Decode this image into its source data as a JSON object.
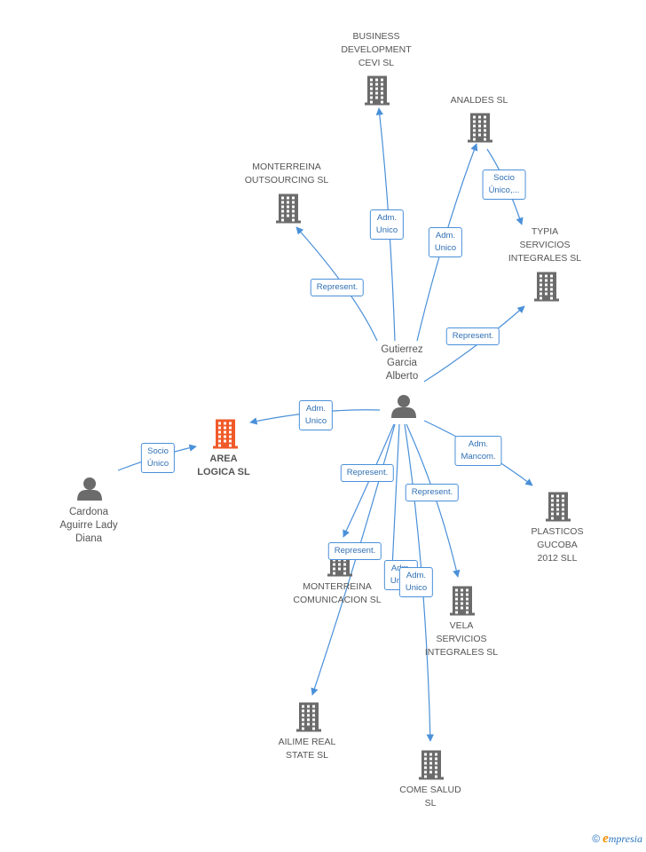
{
  "colors": {
    "edge": "#4a90d9",
    "building": "#6b6b6b",
    "building_focus": "#f05a28",
    "person": "#6b6b6b",
    "label_border": "#4a90d9",
    "label_text": "#2f6fb3"
  },
  "nodes": [
    {
      "id": "business",
      "kind": "company",
      "label": "BUSINESS\nDEVELOPMENT\nCEVI SL",
      "icon": "building-icon"
    },
    {
      "id": "analdes",
      "kind": "company",
      "label": "ANALDES SL",
      "icon": "building-icon"
    },
    {
      "id": "monout",
      "kind": "company",
      "label": "MONTERREINA\nOUTSOURCING SL",
      "icon": "building-icon"
    },
    {
      "id": "typia",
      "kind": "company",
      "label": "TYPIA\nSERVICIOS\nINTEGRALES SL",
      "icon": "building-icon"
    },
    {
      "id": "gutierrez",
      "kind": "person",
      "label": "Gutierrez\nGarcia\nAlberto",
      "icon": "person-icon"
    },
    {
      "id": "area",
      "kind": "company-focus",
      "label": "AREA\nLOGICA SL",
      "icon": "building-icon"
    },
    {
      "id": "cardona",
      "kind": "person",
      "label": "Cardona\nAguirre Lady\nDiana",
      "icon": "person-icon"
    },
    {
      "id": "plasticos",
      "kind": "company",
      "label": "PLASTICOS\nGUCOBA\n2012 SLL",
      "icon": "building-icon"
    },
    {
      "id": "moncom",
      "kind": "company",
      "label": "MONTERREINA\nCOMUNICACION SL",
      "icon": "building-icon"
    },
    {
      "id": "vela",
      "kind": "company",
      "label": "VELA\nSERVICIOS\nINTEGRALES SL",
      "icon": "building-icon"
    },
    {
      "id": "ailime",
      "kind": "company",
      "label": "AILIME REAL\nSTATE  SL",
      "icon": "building-icon"
    },
    {
      "id": "come",
      "kind": "company",
      "label": "COME SALUD\nSL",
      "icon": "building-icon"
    }
  ],
  "edges": [
    {
      "from": "gutierrez",
      "to": "business",
      "label": "Adm.\nUnico"
    },
    {
      "from": "gutierrez",
      "to": "analdes",
      "label": "Adm.\nUnico"
    },
    {
      "from": "gutierrez",
      "to": "monout",
      "label": "Represent."
    },
    {
      "from": "gutierrez",
      "to": "typia",
      "label": "Represent."
    },
    {
      "from": "analdes",
      "to": "typia",
      "label": "Socio\nÚnico,..."
    },
    {
      "from": "gutierrez",
      "to": "area",
      "label": "Adm.\nUnico"
    },
    {
      "from": "cardona",
      "to": "area",
      "label": "Socio\nÚnico"
    },
    {
      "from": "gutierrez",
      "to": "plasticos",
      "label": "Adm.\nMancom."
    },
    {
      "from": "gutierrez",
      "to": "moncom",
      "label": "Represent."
    },
    {
      "from": "gutierrez",
      "to": "vela",
      "label": "Represent."
    },
    {
      "from": "gutierrez",
      "to": "ailime",
      "label": "Represent."
    },
    {
      "from": "gutierrez",
      "to": "moncom",
      "label": "Adm.\nUnico"
    },
    {
      "from": "gutierrez",
      "to": "come",
      "label": "Adm.\nUnico"
    }
  ],
  "footer": {
    "copyright": "©",
    "brand_initial": "e",
    "brand_rest": "mpresia"
  }
}
